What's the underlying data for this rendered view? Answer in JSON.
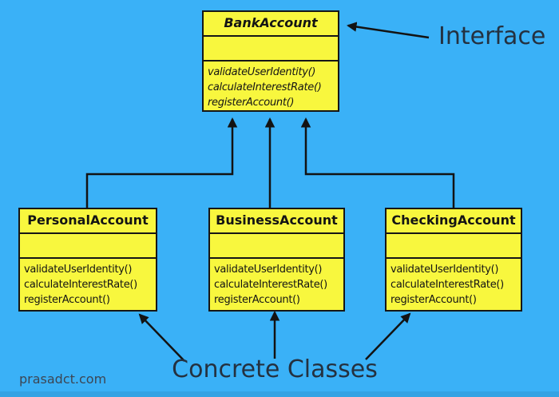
{
  "diagram_title": "UML class diagram: interface and concrete classes",
  "colors": {
    "background": "#3AB1F7",
    "class_box_fill": "#F8F73E",
    "box_border": "#161616",
    "connector_line": "#131313",
    "annotation_text": "#243140",
    "watermark_text": "#3C4654"
  },
  "interface_class": {
    "name": "BankAccount",
    "stereotype_style": "italic",
    "methods": [
      "validateUserIdentity()",
      "calculateInterestRate()",
      "registerAccount()"
    ]
  },
  "concrete_classes": [
    {
      "name": "PersonalAccount",
      "methods": [
        "validateUserIdentity()",
        "calculateInterestRate()",
        "registerAccount()"
      ]
    },
    {
      "name": "BusinessAccount",
      "methods": [
        "validateUserIdentity()",
        "calculateInterestRate()",
        "registerAccount()"
      ]
    },
    {
      "name": "CheckingAccount",
      "methods": [
        "validateUserIdentity()",
        "calculateInterestRate()",
        "registerAccount()"
      ]
    }
  ],
  "annotations": {
    "interface_label": "Interface",
    "concrete_label": "Concrete Classes",
    "watermark": "prasadct.com"
  },
  "relationships": [
    {
      "from": "PersonalAccount",
      "to": "BankAccount",
      "type": "realization-arrow"
    },
    {
      "from": "BusinessAccount",
      "to": "BankAccount",
      "type": "realization-arrow"
    },
    {
      "from": "CheckingAccount",
      "to": "BankAccount",
      "type": "realization-arrow"
    }
  ]
}
